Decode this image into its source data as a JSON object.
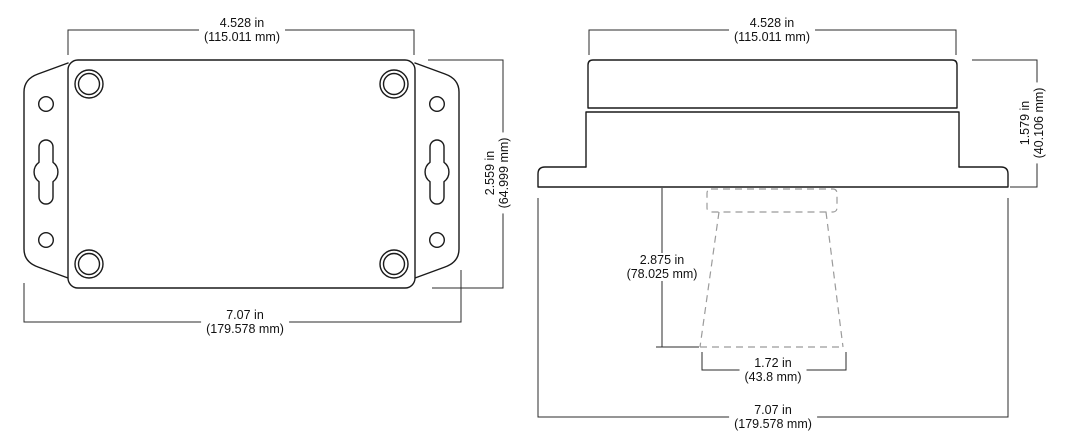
{
  "colors": {
    "line": "#1a1a1a",
    "dim_line": "#2b2b2b",
    "dashed_line": "#9b9b9b",
    "background": "#ffffff"
  },
  "top_view": {
    "body_width": {
      "inches": "4.528 in",
      "mm": "(115.011 mm)"
    },
    "body_height": {
      "inches": "2.559 in",
      "mm": "(64.999 mm)"
    },
    "overall_width": {
      "inches": "7.07 in",
      "mm": "(179.578 mm)"
    }
  },
  "side_view": {
    "body_width": {
      "inches": "4.528 in",
      "mm": "(115.011 mm)"
    },
    "body_height": {
      "inches": "1.579 in",
      "mm": "(40.106 mm)"
    },
    "sensor_depth": {
      "inches": "2.875 in",
      "mm": "(78.025 mm)"
    },
    "sensor_width": {
      "inches": "1.72 in",
      "mm": "(43.8 mm)"
    },
    "overall_width": {
      "inches": "7.07 in",
      "mm": "(179.578 mm)"
    }
  }
}
